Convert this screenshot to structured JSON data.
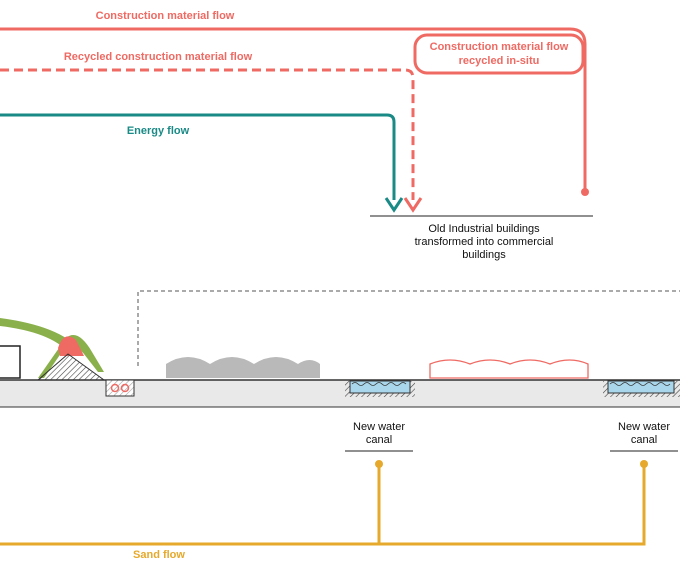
{
  "flows": {
    "construction_material": "Construction material flow",
    "recycled_construction_material": "Recycled construction material flow",
    "recycled_in_situ_line1": "Construction material flow",
    "recycled_in_situ_line2": "recycled in-situ",
    "energy": "Energy flow",
    "sand": "Sand flow"
  },
  "nodes": {
    "old_buildings_line1": "Old Industrial buildings",
    "old_buildings_line2": "transformed into commercial",
    "old_buildings_line3": "buildings",
    "canal_a_line1": "New water",
    "canal_a_line2": "canal",
    "canal_b_line1": "New water",
    "canal_b_line2": "canal"
  },
  "colors": {
    "construction": "#ef6a63",
    "energy": "#1a8a86",
    "sand": "#e6a92b",
    "green": "#8ab04c",
    "water": "#a9d6ea",
    "ground": "#e9e9e9",
    "mound": "#b9b9b9"
  }
}
